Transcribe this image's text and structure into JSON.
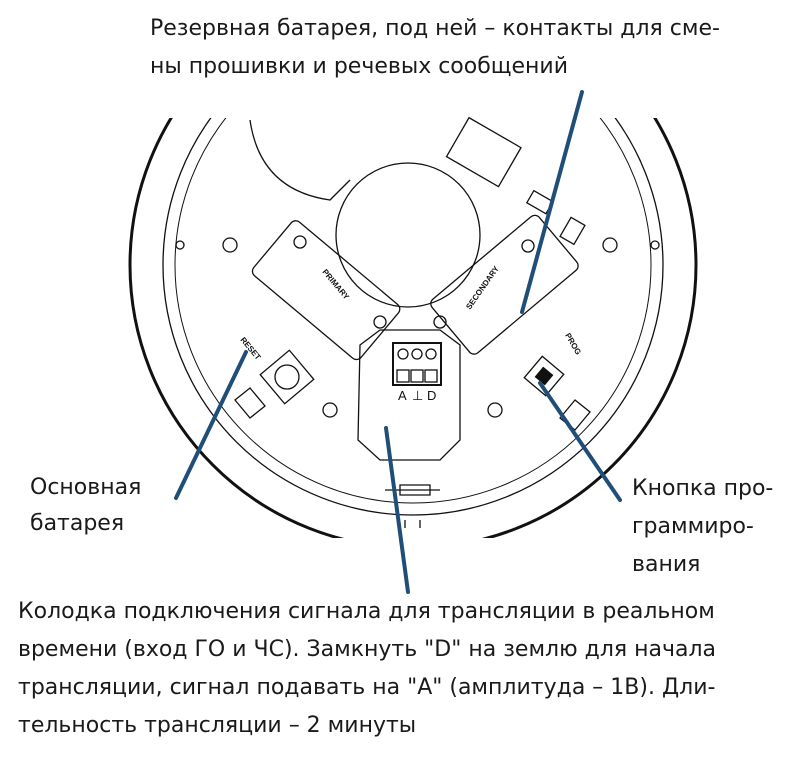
{
  "captions": {
    "backup_battery": [
      "Резервная батарея, под ней – контакты для сме-",
      "ны прошивки и речевых сообщений"
    ],
    "main_battery": [
      "Основная",
      "батарея"
    ],
    "prog_button": [
      "Кнопка про-",
      "граммиро-",
      "вания"
    ],
    "terminal_block": [
      "Колодка подключения сигнала для трансляции в реальном",
      "времени (вход ГО и ЧС). Замкнуть \"D\" на землю для начала",
      "трансляции, сигнал подавать на \"A\" (амплитуда – 1В). Дли-",
      "тельность трансляции – 2 минуты"
    ]
  },
  "device_labels": {
    "primary": "PRIMARY",
    "secondary": "SECONDARY",
    "reset": "RESET",
    "prog": "PROG"
  },
  "terminals": [
    "A",
    "⊥",
    "D"
  ],
  "colors": {
    "leader_line": "#1f4e79",
    "drawing": "#111111"
  }
}
